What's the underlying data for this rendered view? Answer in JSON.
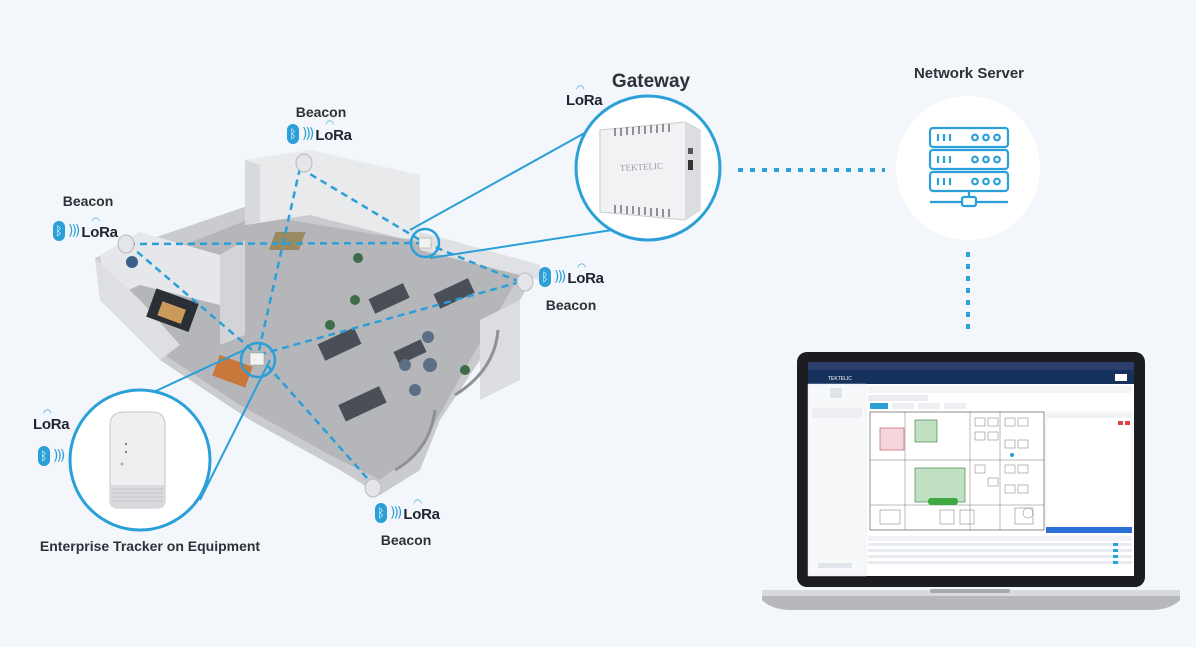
{
  "labels": {
    "gateway": "Gateway",
    "network_server": "Network Server",
    "beacon_top": "Beacon",
    "beacon_left": "Beacon",
    "beacon_right": "Beacon",
    "beacon_bottom": "Beacon",
    "tracker": "Enterprise Tracker on Equipment"
  },
  "badge_text": {
    "lora": "LoRa"
  },
  "gateway_device": {
    "brand": "TEKTELIC"
  },
  "laptop_ui": {
    "app_title": "TEKTELIC"
  },
  "colors": {
    "accent": "#2a9fd8",
    "background": "#f3f6fa",
    "text": "#2e3138"
  }
}
